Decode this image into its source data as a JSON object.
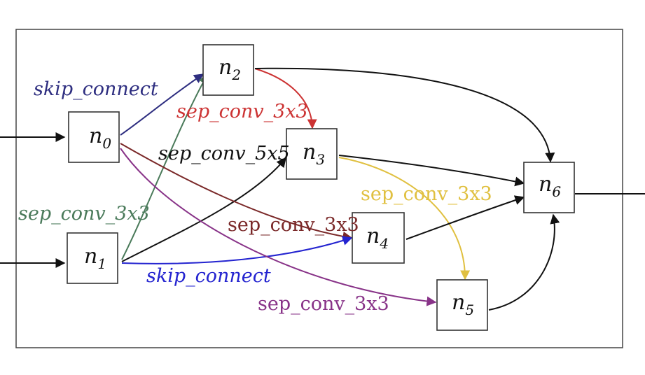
{
  "nodes": [
    {
      "id": "n0",
      "base": "n",
      "sub": "0"
    },
    {
      "id": "n1",
      "base": "n",
      "sub": "1"
    },
    {
      "id": "n2",
      "base": "n",
      "sub": "2"
    },
    {
      "id": "n3",
      "base": "n",
      "sub": "3"
    },
    {
      "id": "n4",
      "base": "n",
      "sub": "4"
    },
    {
      "id": "n5",
      "base": "n",
      "sub": "5"
    },
    {
      "id": "n6",
      "base": "n",
      "sub": "6"
    }
  ],
  "edges": [
    {
      "from": "n0",
      "to": "n2",
      "label": "skip_connect",
      "color": "#2e2e80",
      "italic": true
    },
    {
      "from": "n1",
      "to": "n2",
      "label": "sep_conv_3x3",
      "color": "#4a7a5a",
      "italic": true
    },
    {
      "from": "n2",
      "to": "n3",
      "label": "sep_conv_3x3",
      "color": "#cc3333",
      "italic": true
    },
    {
      "from": "n1",
      "to": "n3",
      "label": "sep_conv_5x5",
      "color": "#111111",
      "italic": true
    },
    {
      "from": "n0",
      "to": "n4",
      "label": "sep_conv_3x3",
      "color": "#7a2828",
      "italic": false
    },
    {
      "from": "n1",
      "to": "n4",
      "label": "skip_connect",
      "color": "#2424d0",
      "italic": true
    },
    {
      "from": "n0",
      "to": "n5",
      "label": "sep_conv_3x3",
      "color": "#883388",
      "italic": false
    },
    {
      "from": "n3",
      "to": "n5",
      "label": "sep_conv_3x3",
      "color": "#e0c040",
      "italic": false
    },
    {
      "from": "n2",
      "to": "n6",
      "label": "",
      "color": "#111111",
      "italic": false
    },
    {
      "from": "n3",
      "to": "n6",
      "label": "",
      "color": "#111111",
      "italic": false
    },
    {
      "from": "n4",
      "to": "n6",
      "label": "",
      "color": "#111111",
      "italic": false
    },
    {
      "from": "n5",
      "to": "n6",
      "label": "",
      "color": "#111111",
      "italic": false
    }
  ]
}
